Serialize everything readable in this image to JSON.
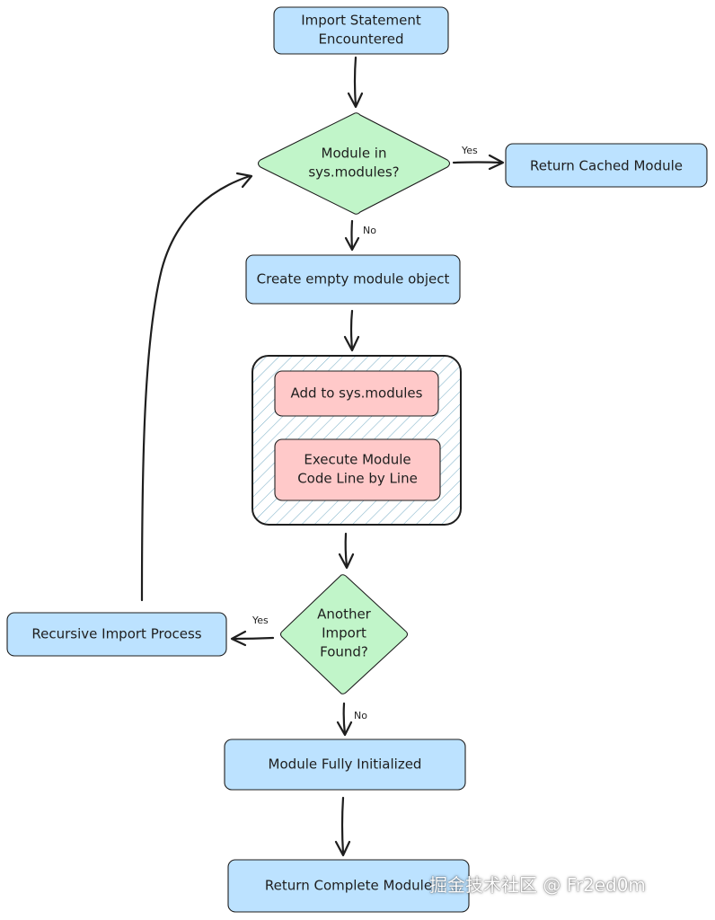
{
  "nodes": {
    "import_statement": [
      "Import Statement",
      "Encountered"
    ],
    "check_cache": [
      "Module in",
      "sys.modules?"
    ],
    "return_cached": [
      "Return Cached Module"
    ],
    "create_module": [
      "Create empty module object"
    ],
    "add_to_sys_modules": [
      "Add to sys.modules"
    ],
    "execute_module": [
      "Execute Module",
      "Code Line by Line"
    ],
    "another_import": [
      "Another",
      "Import",
      "Found?"
    ],
    "recursive_import": [
      "Recursive Import Process"
    ],
    "fully_initialized": [
      "Module Fully Initialized"
    ],
    "return_complete": [
      "Return Complete Module"
    ]
  },
  "edge_labels": {
    "cache_yes": "Yes",
    "cache_no": "No",
    "another_yes": "Yes",
    "another_no": "No"
  },
  "watermark": "掘金技术社区 @ Fr2ed0m",
  "colors": {
    "process": "#a5d8ff",
    "decision": "#b2f2bb",
    "critical": "#ffc9c9",
    "stroke": "#1e1e1e",
    "hatch": "#7fb2c9"
  }
}
